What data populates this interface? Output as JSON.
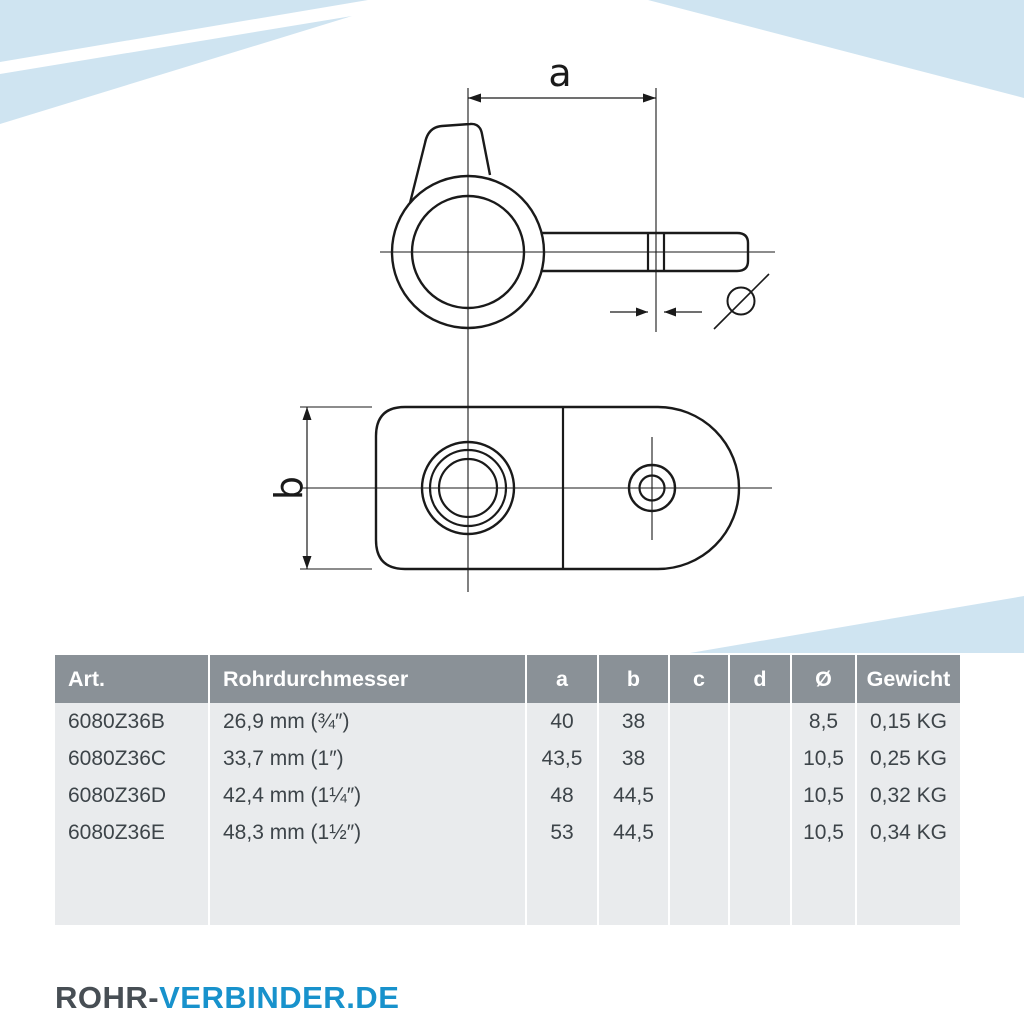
{
  "decor": {
    "color": "#cfe4f1"
  },
  "drawing": {
    "line_color": "#1a1a1a",
    "label_a": "a",
    "label_b": "b",
    "label_diameter_note": "diameter symbol drawn as circle with slash"
  },
  "table": {
    "header_bg": "#8a9197",
    "body_bg": "#e9ebed",
    "text_color": "#3d4449",
    "header_text_color": "#ffffff",
    "columns": [
      "Art.",
      "Rohrdurchmesser",
      "a",
      "b",
      "c",
      "d",
      "Ø",
      "Gewicht"
    ],
    "rows": [
      [
        "6080Z36B",
        "26,9 mm (¾″)",
        "40",
        "38",
        "",
        "",
        "8,5",
        "0,15 KG"
      ],
      [
        "6080Z36C",
        "33,7 mm (1″)",
        "43,5",
        "38",
        "",
        "",
        "10,5",
        "0,25 KG"
      ],
      [
        "6080Z36D",
        "42,4 mm (1¼″)",
        "48",
        "44,5",
        "",
        "",
        "10,5",
        "0,32 KG"
      ],
      [
        "6080Z36E",
        "48,3 mm (1½″)",
        "53",
        "44,5",
        "",
        "",
        "10,5",
        "0,34 KG"
      ]
    ]
  },
  "logo": {
    "part1": "ROHR-",
    "part2": "VERBINDER.DE",
    "part1_color": "#474e54",
    "part2_color": "#1892cc"
  }
}
